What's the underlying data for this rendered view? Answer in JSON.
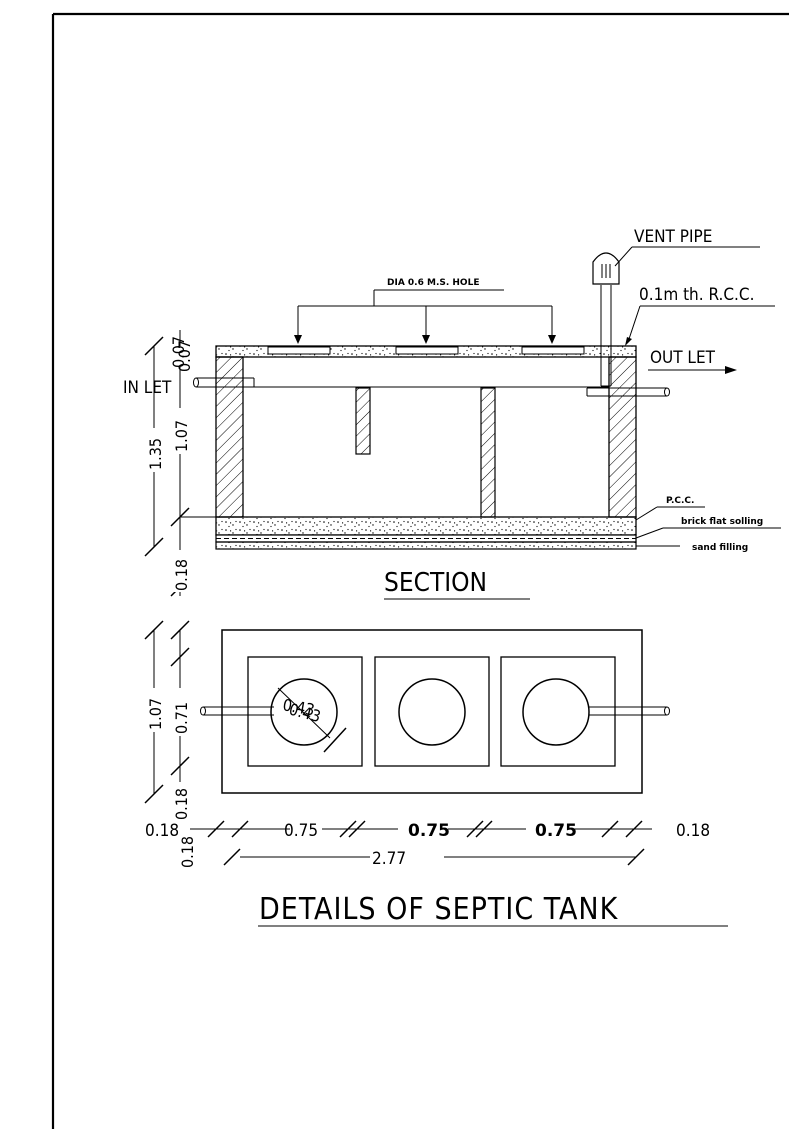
{
  "labels": {
    "vent_pipe": "VENT PIPE",
    "hole": "DIA 0.6 M.S. HOLE",
    "rcc": "0.1m th. R.C.C.",
    "outlet": "OUT LET",
    "inlet": "IN LET",
    "pcc": "P.C.C.",
    "brick": "brick flat solling",
    "sand": "sand filling",
    "section": "SECTION",
    "title": "DETAILS OF SEPTIC TANK",
    "dia_label": "0.43"
  },
  "dims": {
    "sec_top": "0.07",
    "sec_total": "1.35",
    "sec_inner": "1.07",
    "sec_base": "0.18",
    "plan_total": "1.07",
    "plan_inner": "0.71",
    "plan_wall_a": "0.18",
    "plan_wall_b": "0.18",
    "w_left": "0.18",
    "w_c1": "0.75",
    "w_c2": "0.75",
    "w_c3": "0.75",
    "w_right": "0.18",
    "w_total": "2.77"
  }
}
